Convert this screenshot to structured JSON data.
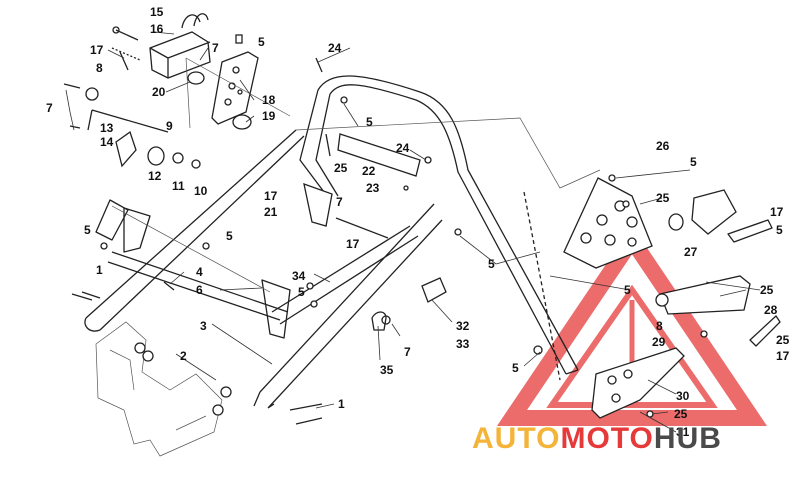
{
  "callouts": [
    {
      "id": "c15a",
      "text": "15"
    },
    {
      "id": "c16",
      "text": "16"
    },
    {
      "id": "c17a",
      "text": "17"
    },
    {
      "id": "c7a",
      "text": "7"
    },
    {
      "id": "c5a",
      "text": "5"
    },
    {
      "id": "c8a",
      "text": "8"
    },
    {
      "id": "c7b",
      "text": "7"
    },
    {
      "id": "c20",
      "text": "20"
    },
    {
      "id": "c18",
      "text": "18"
    },
    {
      "id": "c19",
      "text": "19"
    },
    {
      "id": "c13",
      "text": "13"
    },
    {
      "id": "c9",
      "text": "9"
    },
    {
      "id": "c14",
      "text": "14"
    },
    {
      "id": "c12",
      "text": "12"
    },
    {
      "id": "c11",
      "text": "11"
    },
    {
      "id": "c10",
      "text": "10"
    },
    {
      "id": "c24a",
      "text": "24"
    },
    {
      "id": "c5b",
      "text": "5"
    },
    {
      "id": "c22",
      "text": "22"
    },
    {
      "id": "c24b",
      "text": "24"
    },
    {
      "id": "c25a",
      "text": "25"
    },
    {
      "id": "c23",
      "text": "23"
    },
    {
      "id": "c26",
      "text": "26"
    },
    {
      "id": "c5c",
      "text": "5"
    },
    {
      "id": "c25b",
      "text": "25"
    },
    {
      "id": "c17b",
      "text": "17"
    },
    {
      "id": "c5d",
      "text": "5"
    },
    {
      "id": "c27",
      "text": "27"
    },
    {
      "id": "c17c",
      "text": "17"
    },
    {
      "id": "c21",
      "text": "21"
    },
    {
      "id": "c7c",
      "text": "7"
    },
    {
      "id": "c17d",
      "text": "17"
    },
    {
      "id": "c5e",
      "text": "5"
    },
    {
      "id": "c5f",
      "text": "5"
    },
    {
      "id": "c1a",
      "text": "1"
    },
    {
      "id": "c4",
      "text": "4"
    },
    {
      "id": "c6",
      "text": "6"
    },
    {
      "id": "c34",
      "text": "34"
    },
    {
      "id": "c5g",
      "text": "5"
    },
    {
      "id": "c5h",
      "text": "5"
    },
    {
      "id": "c5i",
      "text": "5"
    },
    {
      "id": "c25c",
      "text": "25"
    },
    {
      "id": "c28",
      "text": "28"
    },
    {
      "id": "c25d",
      "text": "25"
    },
    {
      "id": "c17e",
      "text": "17"
    },
    {
      "id": "c8b",
      "text": "8"
    },
    {
      "id": "c29",
      "text": "29"
    },
    {
      "id": "c3",
      "text": "3"
    },
    {
      "id": "c32",
      "text": "32"
    },
    {
      "id": "c33",
      "text": "33"
    },
    {
      "id": "c7d",
      "text": "7"
    },
    {
      "id": "c2",
      "text": "2"
    },
    {
      "id": "c35",
      "text": "35"
    },
    {
      "id": "c5j",
      "text": "5"
    },
    {
      "id": "c30",
      "text": "30"
    },
    {
      "id": "c25e",
      "text": "25"
    },
    {
      "id": "c1b",
      "text": "1"
    },
    {
      "id": "c31",
      "text": "31"
    }
  ],
  "watermark": {
    "word_part1": "AUTO",
    "word_part2": "MOTO",
    "word_part3": "HUB",
    "color_red": "#e63a3a",
    "color_orange": "#f4b43a",
    "color_gray": "#4a4a4a"
  }
}
